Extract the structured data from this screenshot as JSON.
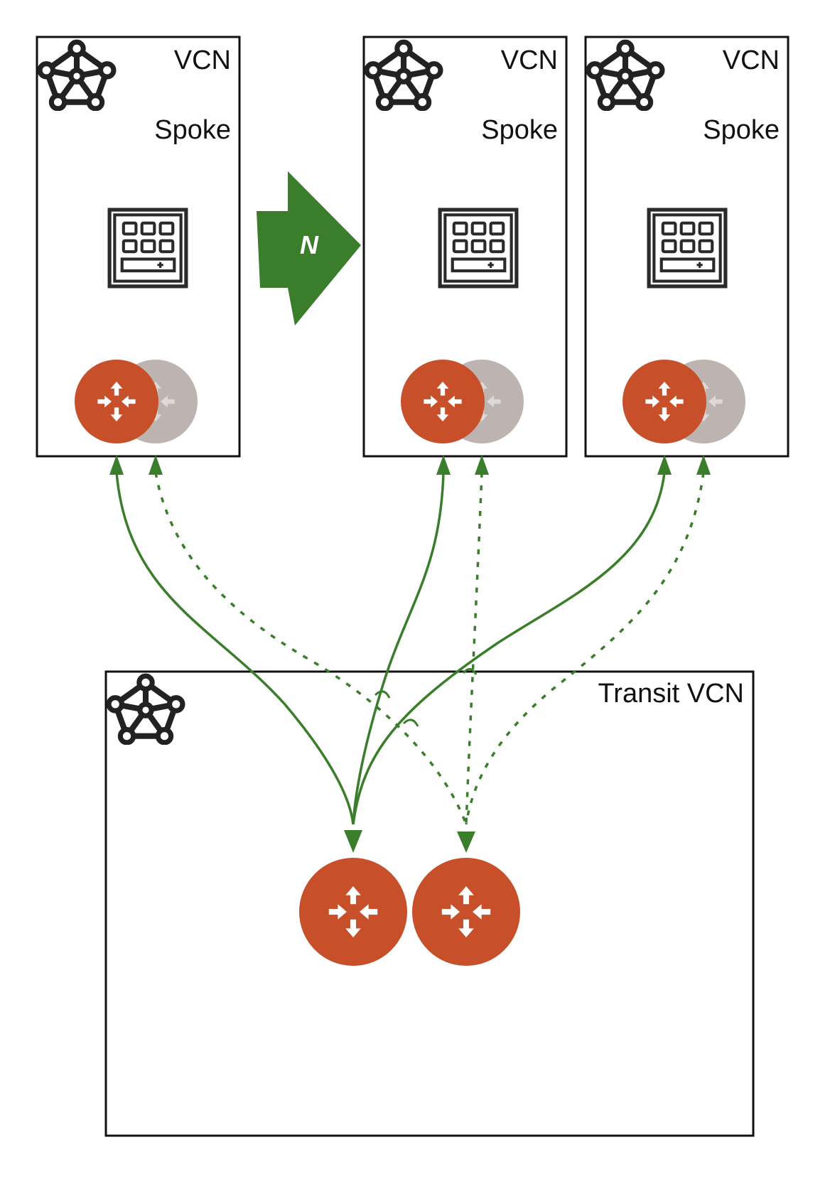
{
  "spokes": [
    {
      "vcn_label": "VCN",
      "role_label": "Spoke"
    },
    {
      "vcn_label": "VCN",
      "role_label": "Spoke"
    },
    {
      "vcn_label": "VCN",
      "role_label": "Spoke"
    }
  ],
  "transit": {
    "label": "Transit VCN"
  },
  "scale_arrow": {
    "label": "N"
  },
  "colors": {
    "router": "#C74F2A",
    "router_ghost": "#BDB4B1",
    "link": "#3A7D2A",
    "scale_arrow": "#3A7D2A",
    "border": "#111111"
  },
  "icons": {
    "vcn": "vcn-network-icon",
    "spoke_app": "compute-app-icon",
    "router": "router-icon"
  }
}
